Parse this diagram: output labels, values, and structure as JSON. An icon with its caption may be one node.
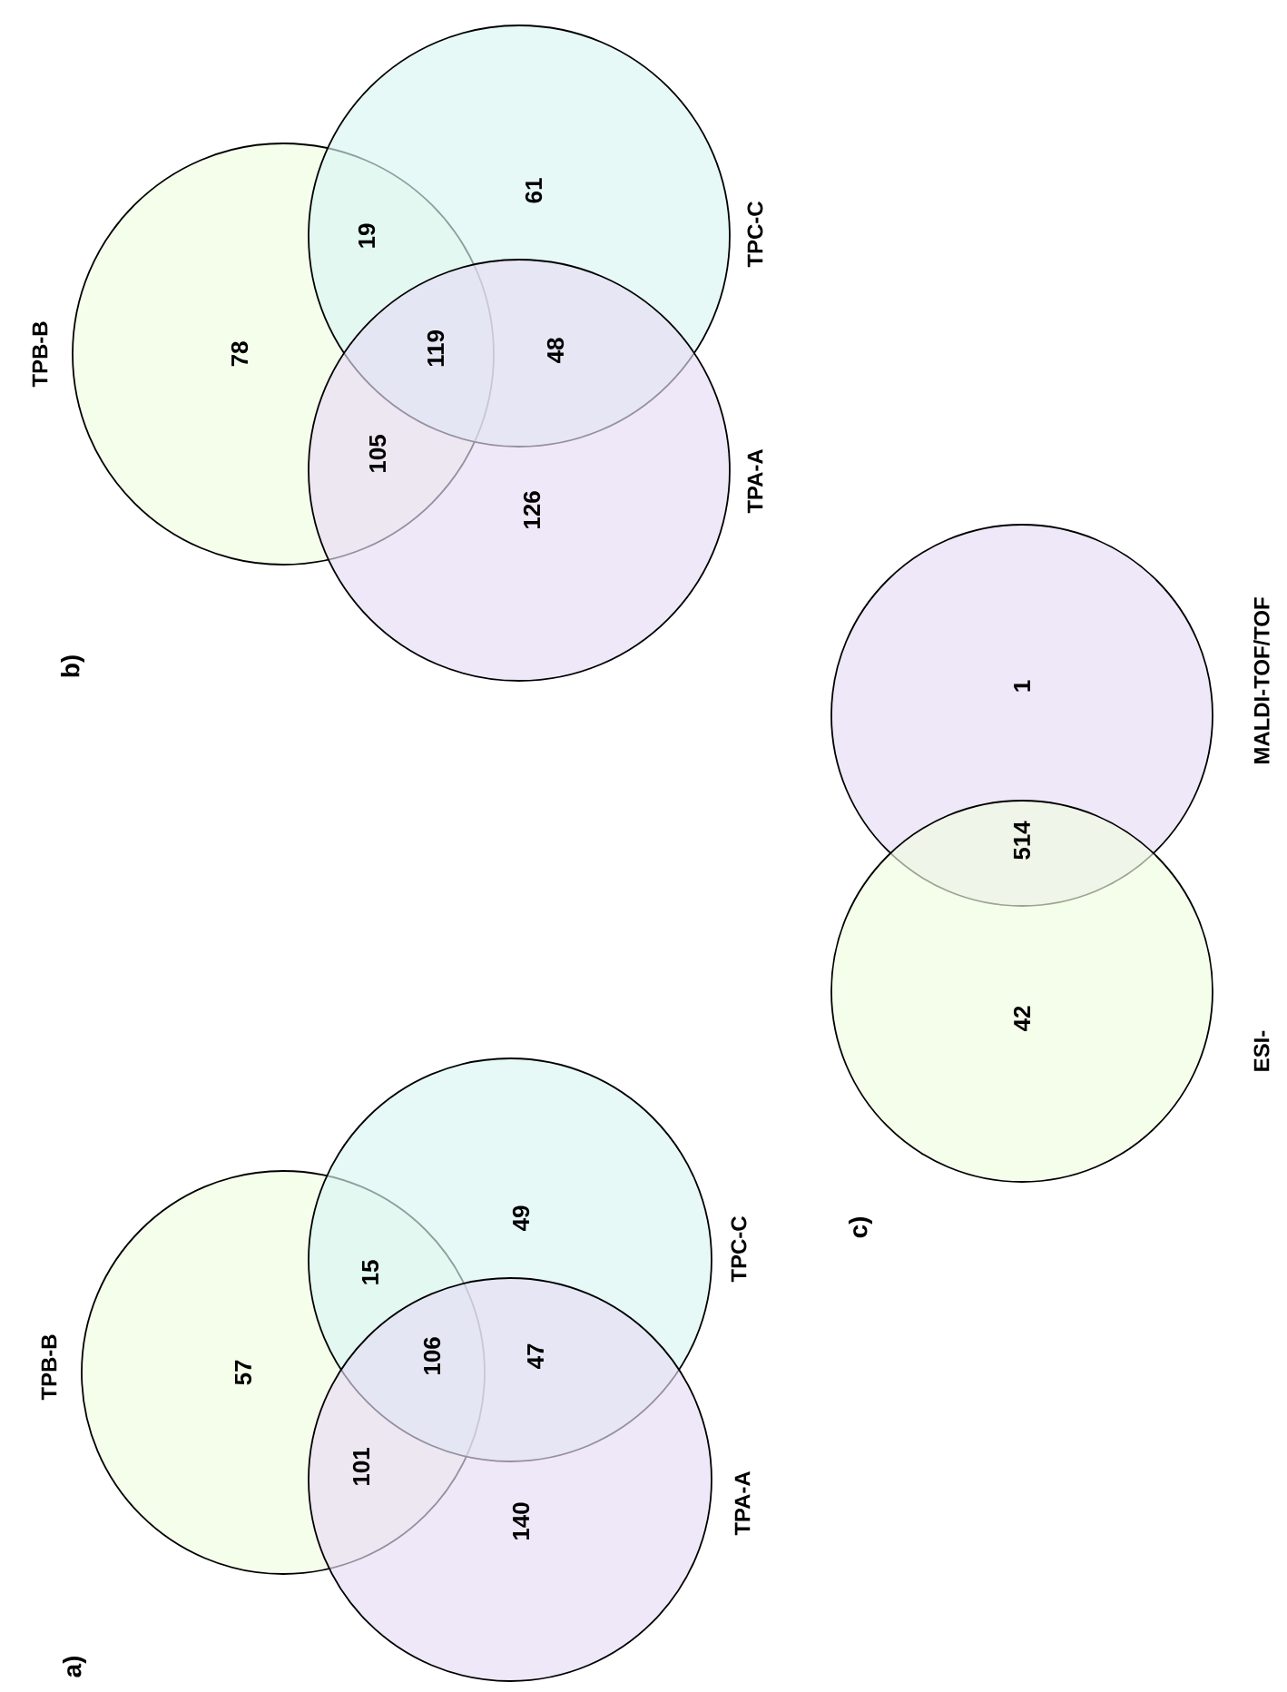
{
  "diagram": {
    "nodes": [
      {
        "text": [
          "TPB-B"
        ]
      },
      {
        "text": [
          "TPC-C"
        ]
      },
      {
        "text": [
          "TPA-A"
        ]
      },
      {
        "text": [
          "MALDI-TOF/TOF"
        ]
      },
      {
        "text": [
          "ESI-"
        ]
      },
      {
        "text": [
          "TPB-B"
        ]
      },
      {
        "text": [
          "TPC-C"
        ]
      },
      {
        "text": [
          "TPA-A"
        ]
      }
    ],
    "labels": [
      "b)",
      "78",
      "19",
      "61",
      "119",
      "48",
      "105",
      "126",
      "1",
      "514",
      "42",
      "c)",
      "57",
      "15",
      "49",
      "106",
      "47",
      "101",
      "140",
      "a)"
    ]
  }
}
